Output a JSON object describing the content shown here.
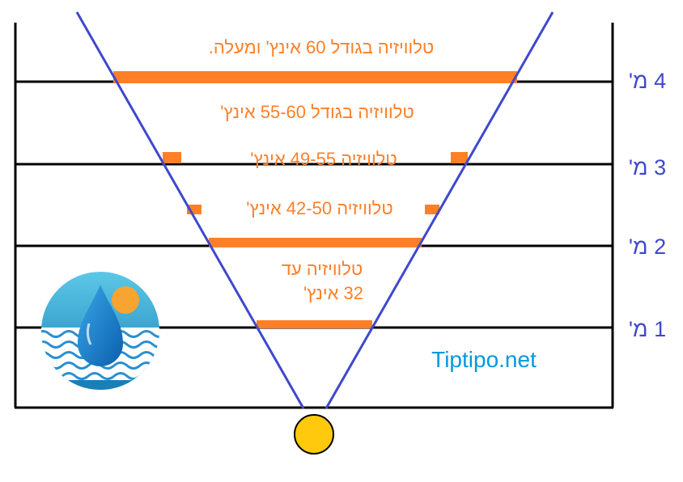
{
  "distances": [
    {
      "label": "4 מ'"
    },
    {
      "label": "3 מ'"
    },
    {
      "label": "2 מ'"
    },
    {
      "label": "1 מ'"
    }
  ],
  "tv_sizes": [
    {
      "label": "טלוויזיה בגודל 60 אינץ' ומעלה."
    },
    {
      "label": "טלוויזיה בגודל 55-60 אינץ'"
    },
    {
      "label": "טלוויזיה 49-55 אינץ'"
    },
    {
      "label": "טלוויזיה 42-50 אינץ'"
    },
    {
      "label_line1": "טלוויזיה עד",
      "label_line2": "32 אינץ'"
    }
  ],
  "website": "Tiptipo.net",
  "colors": {
    "lines": "#000000",
    "cone": "#3f48cc",
    "bars": "#ff7f27",
    "labels_orange": "#ff7f27",
    "distance_labels": "#3f48cc",
    "website": "#0099dd",
    "viewer": "#ffc90e"
  },
  "icons": {
    "logo": "water-drop-sun-waves-logo",
    "viewer": "viewer-dot"
  }
}
